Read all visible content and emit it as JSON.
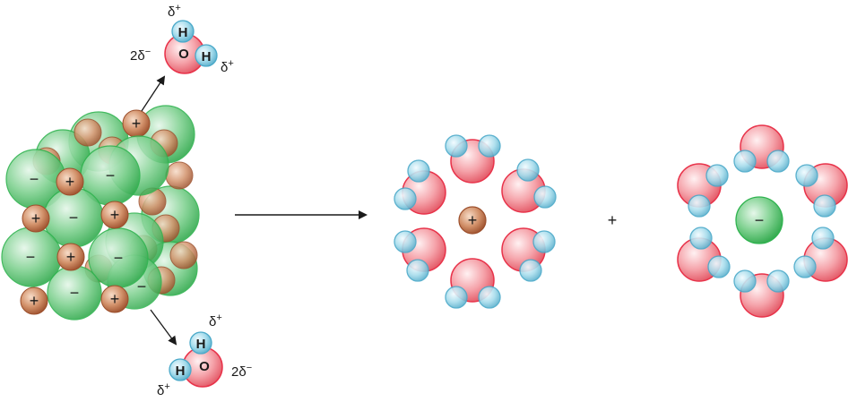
{
  "top_water": {
    "atom_h1": "H",
    "atom_o": "O",
    "atom_h2": "H",
    "charge_h1": "δ",
    "charge_h1_sup": "+",
    "charge_o_prefix": "2δ",
    "charge_o_sup": "−",
    "charge_h2": "δ",
    "charge_h2_sup": "+"
  },
  "bottom_water": {
    "atom_h1": "H",
    "atom_h2": "H",
    "atom_o": "O",
    "charge_h1": "δ",
    "charge_h1_sup": "+",
    "charge_h2": "δ",
    "charge_h2_sup": "+",
    "charge_o_prefix": "2δ",
    "charge_o_sup": "−"
  },
  "crystal": {
    "cation_sign": "+",
    "anion_sign": "−"
  },
  "hydrated_cation": {
    "sign": "+"
  },
  "hydrated_anion": {
    "sign": "−"
  },
  "plus_between": "+",
  "colors": {
    "anion_green": "#2fb34f",
    "cation_brown": "#b8663f",
    "oxygen_red": "#e8334a",
    "hydrogen_blue": "#4aa9c9"
  }
}
